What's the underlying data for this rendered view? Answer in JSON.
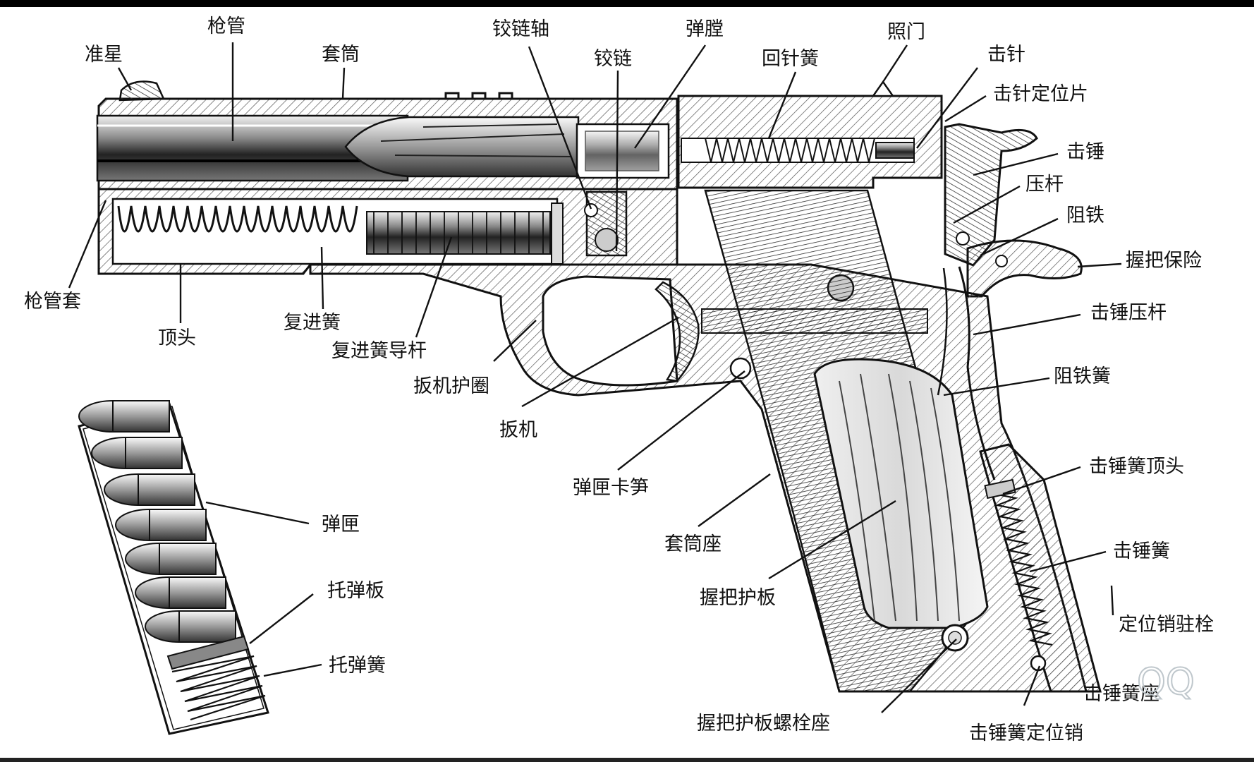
{
  "labels": {
    "front_sight": "准星",
    "barrel": "枪管",
    "slide": "套筒",
    "link_pin": "铰链轴",
    "chamber": "弹膛",
    "link": "铰链",
    "firing_pin_spring": "回针簧",
    "rear_sight": "照门",
    "firing_pin": "击针",
    "firing_pin_stop": "击针定位片",
    "hammer": "击锤",
    "disconnector": "压杆",
    "sear": "阻铁",
    "grip_safety": "握把保险",
    "hammer_strut": "击锤压杆",
    "sear_spring": "阻铁簧",
    "mainspring_cap": "击锤簧顶头",
    "mainspring": "击锤簧",
    "housing_pin_retainer": "定位销驻栓",
    "mainspring_housing": "击锤簧座",
    "mainspring_housing_pin": "击锤簧定位销",
    "grip_screw_bushing": "握把护板螺栓座",
    "grip_panel": "握把护板",
    "frame": "套筒座",
    "magazine_catch": "弹匣卡笋",
    "trigger": "扳机",
    "trigger_guard": "扳机护圈",
    "recoil_spring_guide": "复进簧导杆",
    "recoil_spring": "复进簧",
    "plug": "顶头",
    "barrel_bushing": "枪管套",
    "magazine": "弹匣",
    "follower": "托弹板",
    "magazine_spring": "托弹簧"
  },
  "watermark": "QQ",
  "colors": {
    "ink": "#111111",
    "hatch": "#555555",
    "background": "#ffffff"
  }
}
